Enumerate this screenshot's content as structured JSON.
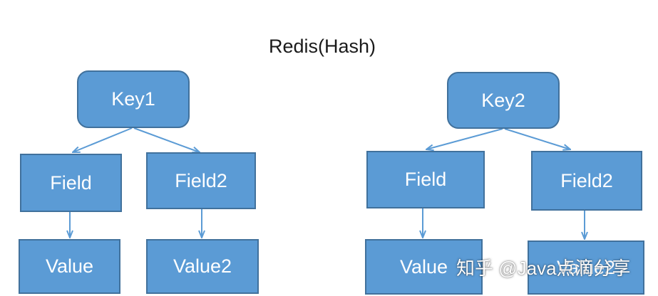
{
  "title": "Redis(Hash)",
  "trees": [
    {
      "key": "Key1",
      "fields": [
        {
          "field": "Field",
          "value": "Value"
        },
        {
          "field": "Field2",
          "value": "Value2"
        }
      ]
    },
    {
      "key": "Key2",
      "fields": [
        {
          "field": "Field",
          "value": "Value"
        },
        {
          "field": "Field2",
          "value": "Value2"
        }
      ]
    }
  ],
  "watermark": "知乎 @Java点滴分享",
  "colors": {
    "node_fill": "#5b9bd5",
    "node_border": "#41719c",
    "connector": "#5b9bd5",
    "text": "#ffffff"
  }
}
